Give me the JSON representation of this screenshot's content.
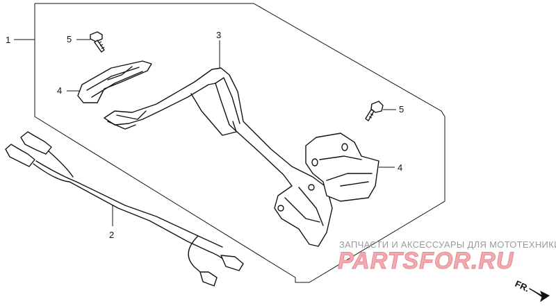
{
  "callouts": {
    "c1": "1",
    "c2": "2",
    "c3": "3",
    "c4a": "4",
    "c4b": "4",
    "c5a": "5",
    "c5b": "5"
  },
  "watermark": {
    "subtitle": "ЗАПЧАСТИ И АКСЕССУАРЫ ДЛЯ МОТОТЕХНИКИ",
    "logo": "PARTSFOR.RU",
    "color": "#f2aab0"
  },
  "direction_label": "FR."
}
